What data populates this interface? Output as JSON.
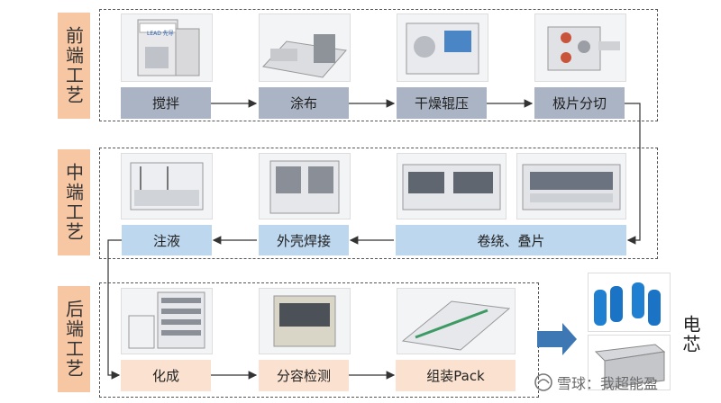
{
  "stages": {
    "front": "前端工艺",
    "middle": "中端工艺",
    "back": "后端工艺"
  },
  "steps": {
    "front": [
      "搅拌",
      "涂布",
      "干燥辊压",
      "极片分切"
    ],
    "middle": [
      "注液",
      "外壳焊接",
      "卷绕、叠片"
    ],
    "back": [
      "化成",
      "分容检测",
      "组装Pack"
    ]
  },
  "machine_brand": "LEAD 先导",
  "output_label": "电芯",
  "watermark": "雪球：我超能盈"
}
